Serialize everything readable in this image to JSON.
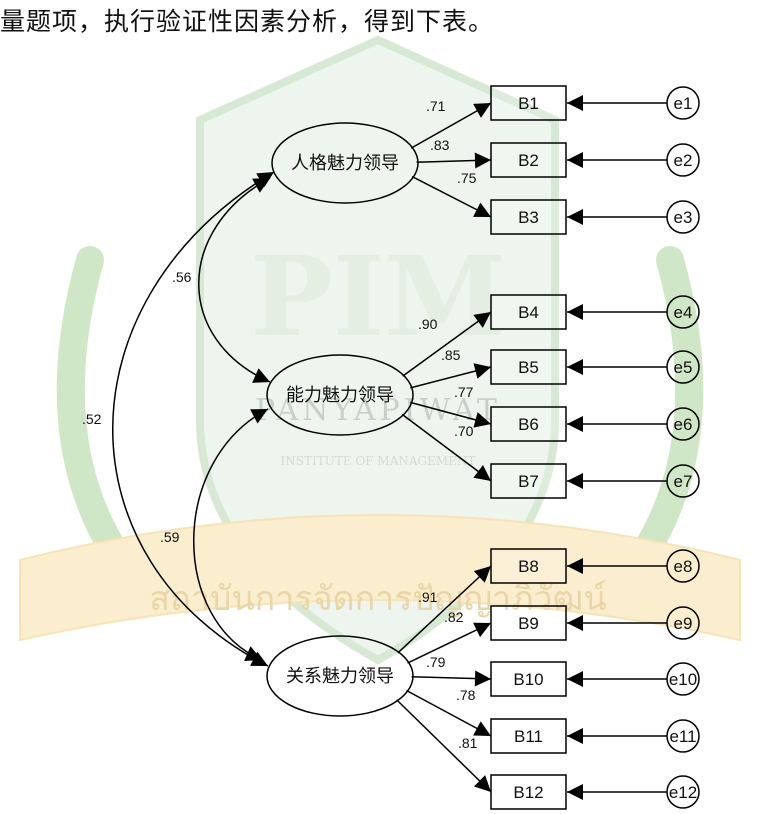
{
  "heading": "量题项，执行验证性因素分析，得到下表。",
  "watermark": {
    "logo": "PIM",
    "name": "PANYAPIWAT",
    "sub": "INSTITUTE OF MANAGEMENT",
    "banner": "สถาบันการจัดการปัญญาภิวัฒน์"
  },
  "latents": [
    {
      "id": "L1",
      "label": "人格魅力领导"
    },
    {
      "id": "L2",
      "label": "能力魅力领导"
    },
    {
      "id": "L3",
      "label": "关系魅力领导"
    }
  ],
  "indicators": [
    {
      "label": "B1",
      "error": "e1",
      "loading": ".71",
      "factor": 0
    },
    {
      "label": "B2",
      "error": "e2",
      "loading": ".83",
      "factor": 0
    },
    {
      "label": "B3",
      "error": "e3",
      "loading": ".75",
      "factor": 0
    },
    {
      "label": "B4",
      "error": "e4",
      "loading": ".90",
      "factor": 1
    },
    {
      "label": "B5",
      "error": "e5",
      "loading": ".85",
      "factor": 1
    },
    {
      "label": "B6",
      "error": "e6",
      "loading": ".77",
      "factor": 1
    },
    {
      "label": "B7",
      "error": "e7",
      "loading": ".70",
      "factor": 1
    },
    {
      "label": "B8",
      "error": "e8",
      "loading": ".91",
      "factor": 2
    },
    {
      "label": "B9",
      "error": "e9",
      "loading": ".82",
      "factor": 2
    },
    {
      "label": "B10",
      "error": "e10",
      "loading": ".79",
      "factor": 2
    },
    {
      "label": "B11",
      "error": "e11",
      "loading": ".78",
      "factor": 2
    },
    {
      "label": "B12",
      "error": "e12",
      "loading": ".81",
      "factor": 2
    }
  ],
  "correlations": [
    {
      "from": 0,
      "to": 1,
      "value": ".56"
    },
    {
      "from": 1,
      "to": 2,
      "value": ".59"
    },
    {
      "from": 0,
      "to": 2,
      "value": ".52"
    }
  ]
}
